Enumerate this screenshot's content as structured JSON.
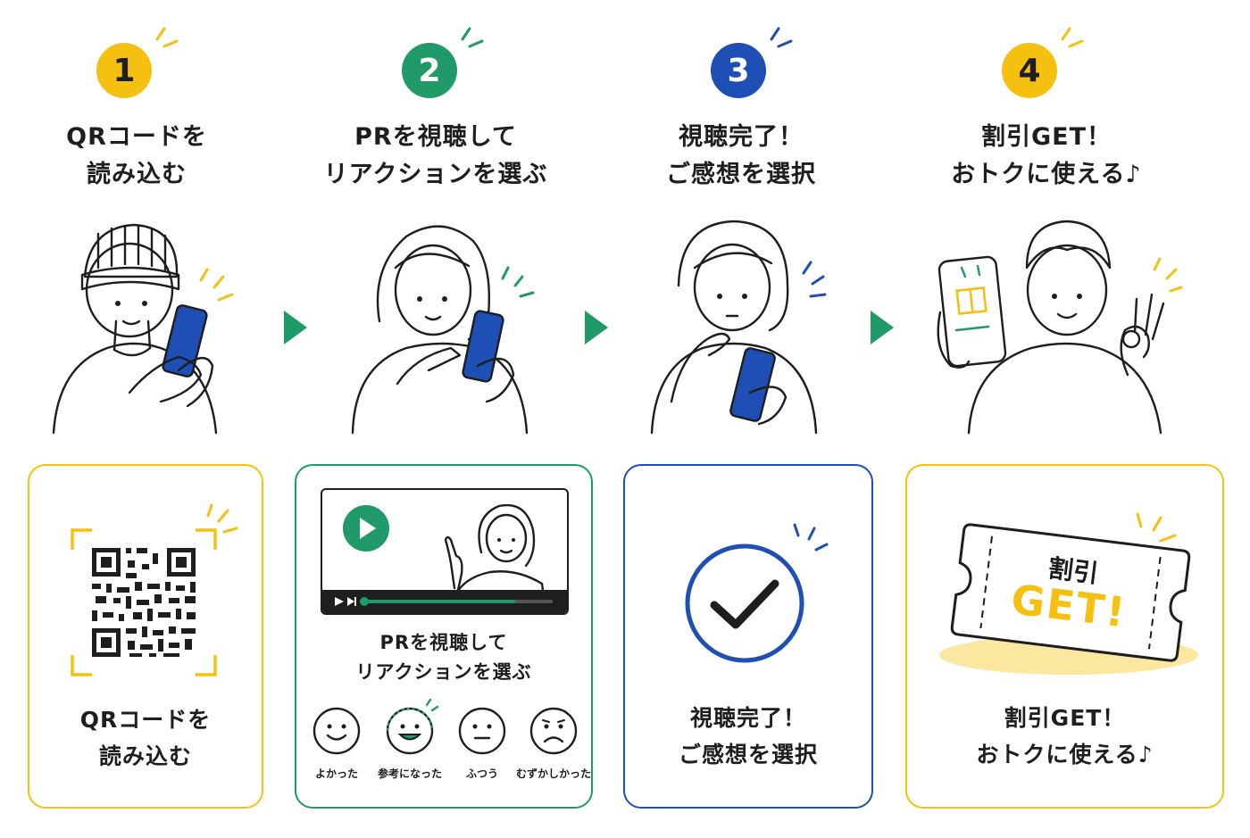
{
  "colors": {
    "yellow": "#f5c00f",
    "green": "#1f9a68",
    "blue": "#1e4fb4",
    "ink": "#1e1e1e"
  },
  "steps": [
    {
      "number": "1",
      "title_line1": "QRコードを",
      "title_line2": "読み込む",
      "card_line1": "QRコードを",
      "card_line2": "読み込む",
      "accent": "yellow"
    },
    {
      "number": "2",
      "title_line1": "PRを視聴して",
      "title_line2": "リアクションを選ぶ",
      "card_line1": "PRを視聴して",
      "card_line2": "リアクションを選ぶ",
      "accent": "green",
      "reactions": [
        {
          "label": "よかった",
          "face": "smile-icon"
        },
        {
          "label": "参考になった",
          "face": "grin-icon"
        },
        {
          "label": "ふつう",
          "face": "neutral-icon"
        },
        {
          "label": "むずかしかった",
          "face": "frown-icon"
        }
      ]
    },
    {
      "number": "3",
      "title_line1": "視聴完了！",
      "title_line2": "ご感想を選択",
      "card_line1": "視聴完了！",
      "card_line2": "ご感想を選択",
      "accent": "blue"
    },
    {
      "number": "4",
      "title_line1": "割引GET！",
      "title_line2": "おトクに使える♪",
      "card_line1": "割引GET！",
      "card_line2": "おトクに使える♪",
      "accent": "yellow",
      "ticket_line1": "割引",
      "ticket_line2": "GET!"
    }
  ]
}
